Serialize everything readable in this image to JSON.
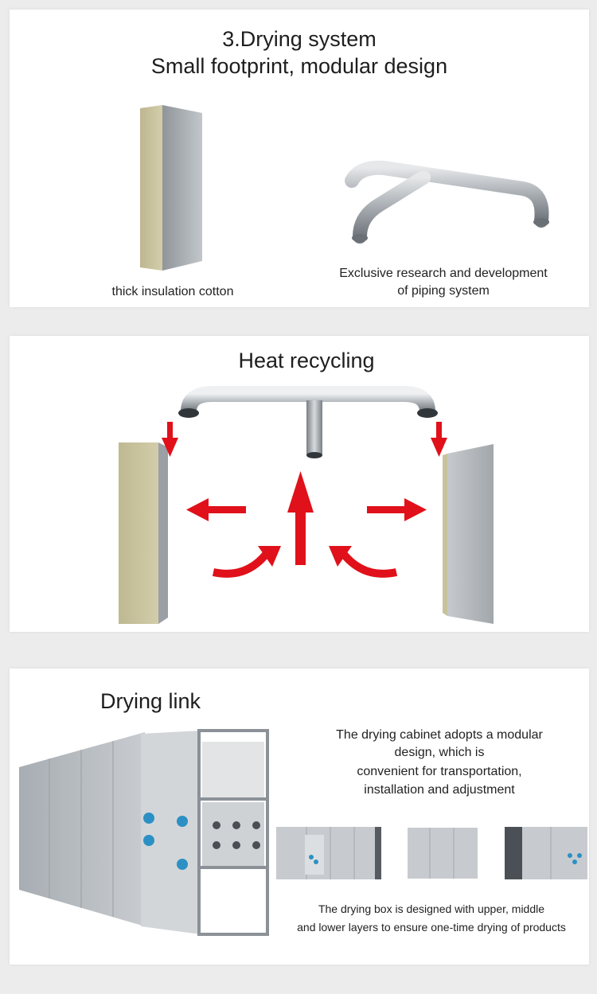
{
  "section1": {
    "title_line1": "3.Drying system",
    "title_line2": "Small footprint, modular design",
    "caption_left": "thick insulation cotton",
    "caption_right_line1": "Exclusive research and development",
    "caption_right_line2": "of piping system"
  },
  "section2": {
    "title": "Heat recycling"
  },
  "section3": {
    "title": "Drying link",
    "description_lines": [
      "The drying cabinet adopts a modular",
      "design, which is",
      "convenient for transportation,",
      "installation and adjustment"
    ],
    "caption_lines": [
      "The drying box is designed with upper, middle",
      "and lower layers to ensure one-time drying of products"
    ]
  },
  "colors": {
    "arrow_red": "#e0111a",
    "panel_core": "#c9c3a0",
    "panel_metal": "#a9aeb3",
    "page_bg": "#ececec",
    "card_bg": "#ffffff"
  }
}
